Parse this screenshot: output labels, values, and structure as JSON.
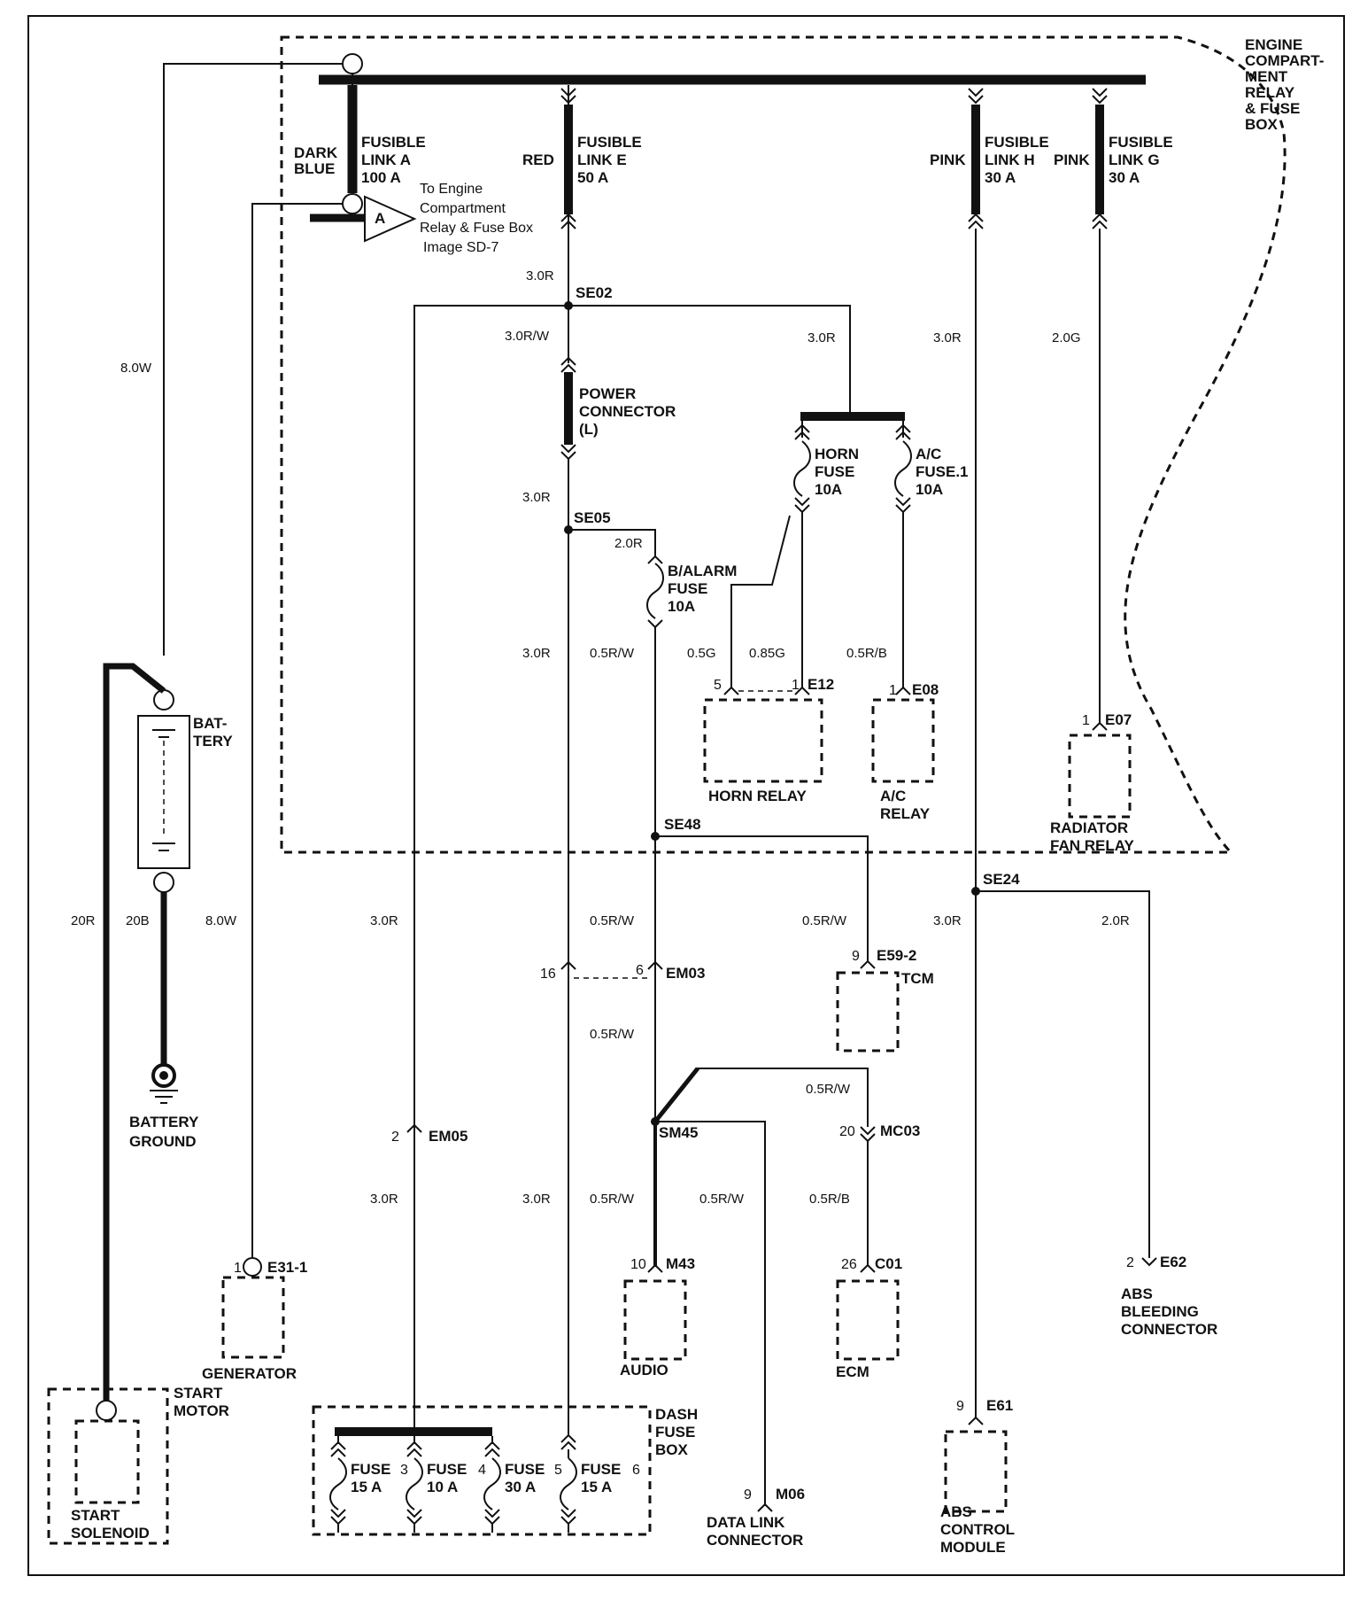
{
  "boxes": {
    "engine_box": [
      "ENGINE",
      "COMPART-",
      "MENT",
      "RELAY",
      "& FUSE",
      "BOX"
    ],
    "dash_fuse_box": [
      "DASH",
      "FUSE",
      "BOX"
    ]
  },
  "fusible_links": {
    "a": {
      "name": [
        "FUSIBLE",
        "LINK A",
        "100 A"
      ],
      "color": [
        "DARK",
        "BLUE"
      ]
    },
    "e": {
      "name": [
        "FUSIBLE",
        "LINK E",
        "50 A"
      ],
      "color": "RED"
    },
    "h": {
      "name": [
        "FUSIBLE",
        "LINK H",
        "30 A"
      ],
      "color": "PINK"
    },
    "g": {
      "name": [
        "FUSIBLE",
        "LINK G",
        "30 A"
      ],
      "color": "PINK"
    }
  },
  "connector_a": {
    "letter": "A",
    "note": [
      "To  Engine",
      "Compartment",
      "Relay & Fuse Box",
      "Image SD-7"
    ]
  },
  "power_connector": [
    "POWER",
    "CONNECTOR",
    "(L)"
  ],
  "fuses": {
    "horn": [
      "HORN",
      "FUSE",
      "10A"
    ],
    "ac": [
      "A/C",
      "FUSE.1",
      "10A"
    ],
    "balarm": [
      "B/ALARM",
      "FUSE",
      "10A"
    ],
    "fuse3": [
      "FUSE",
      "15 A"
    ],
    "fuse3_num": "3",
    "fuse4": [
      "FUSE",
      "10 A"
    ],
    "fuse4_num": "4",
    "fuse5": [
      "FUSE",
      "30 A"
    ],
    "fuse5_num": "5",
    "fuse6": [
      "FUSE",
      "15 A"
    ],
    "fuse6_num": "6"
  },
  "splices": {
    "se02": "SE02",
    "se05": "SE05",
    "se48": "SE48",
    "se24": "SE24",
    "sm45": "SM45"
  },
  "wires": {
    "w8_0w_a": "8.0W",
    "w8_0w_b": "8.0W",
    "w20r": "20R",
    "w20b": "20B",
    "w3_0r_e": "3.0R",
    "w3_0rw": "3.0R/W",
    "w3_0r_horn": "3.0R",
    "w3_0r_h": "3.0R",
    "w2_0g": "2.0G",
    "w3_0r_se05": "3.0R",
    "w2_0r_alarm": "2.0R",
    "w3_0r_main": "3.0R",
    "w0_5rw_alarm": "0.5R/W",
    "w0_5g": "0.5G",
    "w0_85g": "0.85G",
    "w0_5rb_ac": "0.5R/B",
    "w3_0r_left": "3.0R",
    "w0_5rw_se48": "0.5R/W",
    "w0_5rw_tcm": "0.5R/W",
    "w3_0r_se24": "3.0R",
    "w2_0r_abs": "2.0R",
    "w0_5rw_em03": "0.5R/W",
    "w0_5rw_mc03": "0.5R/W",
    "w3_0r_em05": "3.0R",
    "w3_0r_16": "3.0R",
    "w0_5rw_m43": "0.5R/W",
    "w0_5rw_m06": "0.5R/W",
    "w0_5rb_c01": "0.5R/B"
  },
  "components": {
    "battery": [
      "BAT-",
      "TERY"
    ],
    "battery_ground": [
      "BATTERY",
      "GROUND"
    ],
    "horn_relay": "HORN RELAY",
    "ac_relay": [
      "A/C",
      "RELAY"
    ],
    "radiator_fan_relay": [
      "RADIATOR",
      "FAN RELAY"
    ],
    "tcm": "TCM",
    "generator": "GENERATOR",
    "start_motor": [
      "START",
      "MOTOR"
    ],
    "start_solenoid": [
      "START",
      "SOLENOID"
    ],
    "audio": "AUDIO",
    "ecm": "ECM",
    "data_link": [
      "DATA LINK",
      "CONNECTOR"
    ],
    "abs_bleeding": [
      "ABS",
      "BLEEDING",
      "CONNECTOR"
    ],
    "abs_module": [
      "ABS",
      "CONTROL",
      "MODULE"
    ]
  },
  "connectors": {
    "e12": {
      "id": "E12",
      "pin_a": "5",
      "pin_b": "1"
    },
    "e08": {
      "id": "E08",
      "pin": "1"
    },
    "e07": {
      "id": "E07",
      "pin": "1"
    },
    "e59": {
      "id": "E59-2",
      "pin": "9"
    },
    "em03": {
      "id": "EM03",
      "pin_a": "16",
      "pin_b": "6"
    },
    "mc03": {
      "id": "MC03",
      "pin": "20"
    },
    "em05": {
      "id": "EM05",
      "pin": "2"
    },
    "e31": {
      "id": "E31-1",
      "pin": "1"
    },
    "m43": {
      "id": "M43",
      "pin": "10"
    },
    "c01": {
      "id": "C01",
      "pin": "26"
    },
    "e62": {
      "id": "E62",
      "pin": "2"
    },
    "e61": {
      "id": "E61",
      "pin": "9"
    },
    "m06": {
      "id": "M06",
      "pin": "9"
    }
  }
}
